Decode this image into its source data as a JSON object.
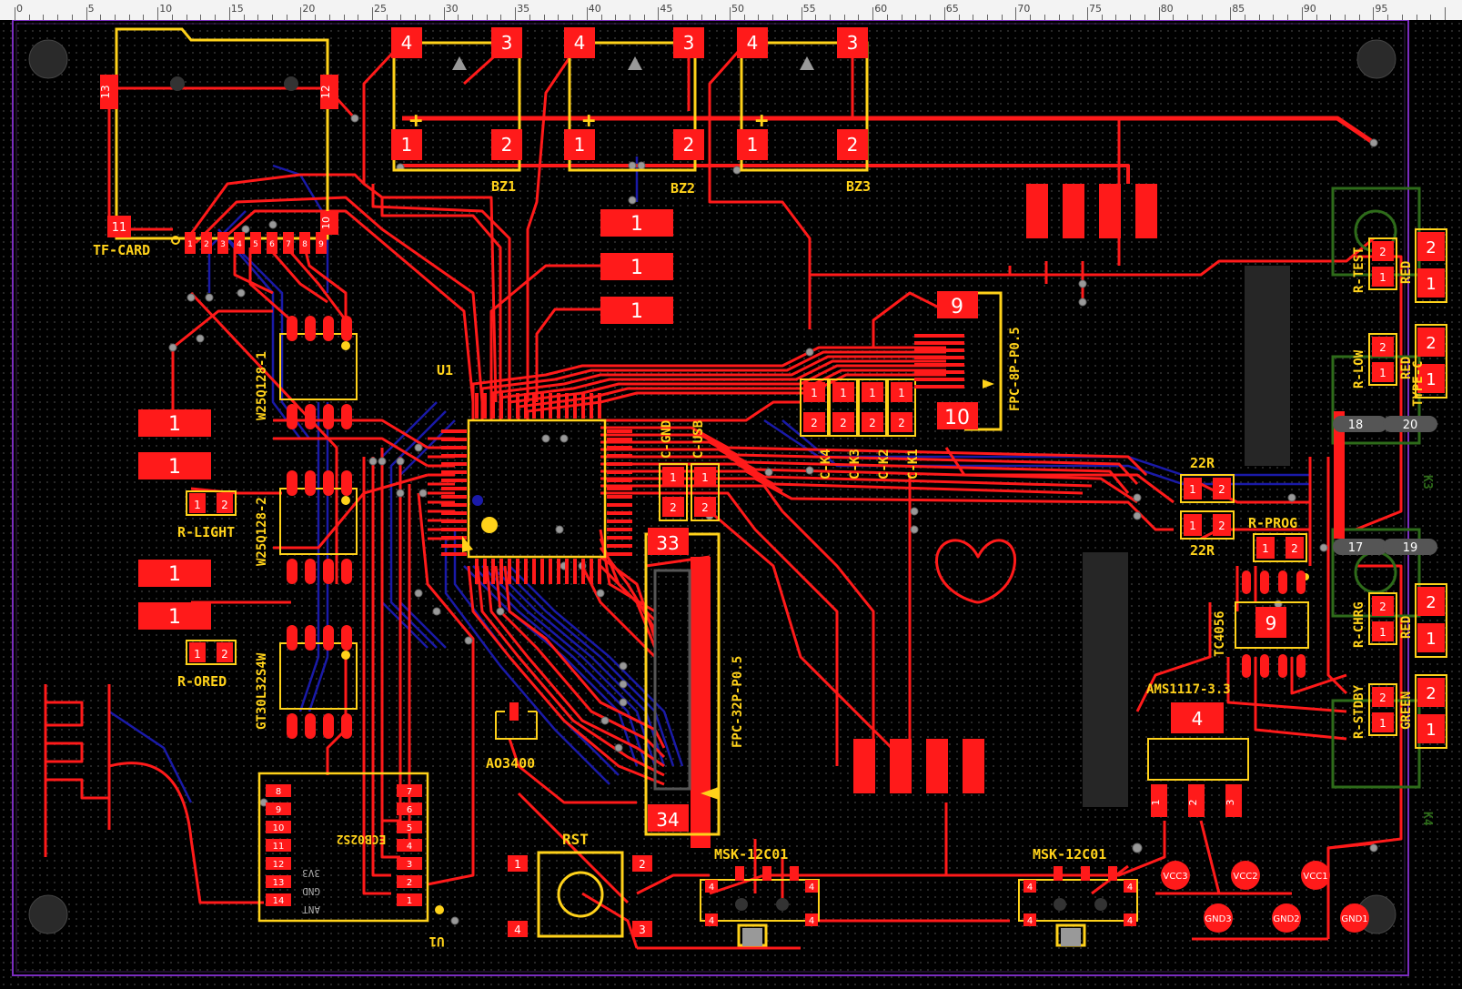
{
  "ruler": {
    "labels": [
      "0",
      "5",
      "10",
      "15",
      "20",
      "25",
      "30",
      "35",
      "40",
      "45",
      "50",
      "55",
      "60",
      "65",
      "70",
      "75",
      "80",
      "85",
      "90",
      "95"
    ]
  },
  "pad_one": "1",
  "pad_two": "2",
  "pad_three": "3",
  "pad_four": "4",
  "labels": {
    "tf_card": "TF-CARD",
    "bz1": "BZ1",
    "bz2": "BZ2",
    "bz3": "BZ3",
    "u1_top": "U1",
    "w25q128_1": "W25Q128-1",
    "w25q128_2": "W25Q128-2",
    "gt30l32s4w": "GT30L32S4W",
    "r_light": "R-LIGHT",
    "r_ored": "R-ORED",
    "c_gnd": "C-GND",
    "c_usb": "C-USB",
    "c_k4": "C-K4",
    "c_k3": "C-K3",
    "c_k2": "C-K2",
    "c_k1": "C-K1",
    "fpc_8p": "FPC-8P-P0.5",
    "fpc_32p": "FPC-32P-P0.5",
    "ao3400": "AO3400",
    "rst": "RST",
    "msk_left": "MSK-12C01",
    "msk_right": "MSK-12C01",
    "ams1117": "AMS1117-3.3",
    "tc4056": "TC4056",
    "r_prog": "R-PROG",
    "r22_top": "22R",
    "r22_bottom": "22R",
    "r_test": "R-TEST",
    "r_low": "R-LOW",
    "r_chrg": "R-CHRG",
    "r_stdby": "R-STDBY",
    "red_1": "RED",
    "red_2": "RED",
    "red_3": "RED",
    "green": "GREEN",
    "type_c": "TYPE-C",
    "k3": "K3",
    "k4": "K4",
    "ecb02s2": "ECB02S2",
    "u1_bottom": "U1",
    "ant": "ANT",
    "gnd_pin": "GND",
    "vcc_pin": "3V3",
    "vcc3": "VCC3",
    "vcc2": "VCC2",
    "vcc1": "VCC1",
    "gnd3": "GND3",
    "gnd2": "GND2",
    "gnd1": "GND1"
  },
  "pads": {
    "tf_13": "13",
    "tf_12": "12",
    "tf_11": "11",
    "tf_10": "10",
    "tf_row": [
      "1",
      "2",
      "3",
      "4",
      "5",
      "6",
      "7",
      "8",
      "9"
    ],
    "fpc8_9": "9",
    "fpc8_10": "10",
    "fpc32_33": "33",
    "fpc32_34": "34",
    "usb_18": "18",
    "usb_20": "20",
    "usb_17": "17",
    "usb_19": "19",
    "tc_9": "9",
    "ecb_left": [
      "8",
      "9",
      "10",
      "11",
      "12",
      "13",
      "14"
    ],
    "ecb_right": [
      "7",
      "6",
      "5",
      "4",
      "3",
      "2",
      "1"
    ]
  },
  "colors": {
    "top_copper": "#ff1a1a",
    "bottom_copper": "#1a1aa8",
    "silkscreen": "#ffd21a",
    "outline": "#7b2cbf",
    "keepout": "#2e6b1a"
  }
}
